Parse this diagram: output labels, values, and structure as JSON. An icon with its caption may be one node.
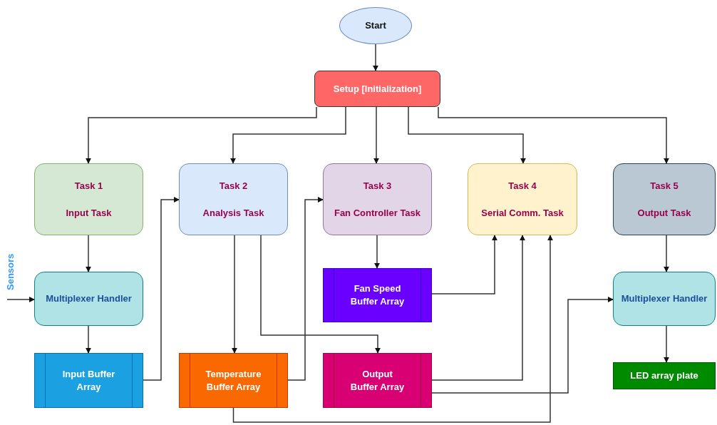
{
  "diagram": {
    "nodes": [
      {
        "text": [
          "Start"
        ]
      },
      {
        "text": [
          "Setup [Initialization]"
        ]
      },
      {
        "text": [
          "Task 1",
          "Input Task"
        ]
      },
      {
        "text": [
          "Task 2",
          "Analysis Task"
        ]
      },
      {
        "text": [
          "Task 3",
          "Fan Controller Task"
        ]
      },
      {
        "text": [
          "Task 4",
          "Serial Comm. Task"
        ]
      },
      {
        "text": [
          "Task 5",
          "Output Task"
        ]
      },
      {
        "text": [
          "Multiplexer Handler"
        ]
      },
      {
        "text": [
          "Fan Speed Buffer Array"
        ]
      },
      {
        "text": [
          "Multiplexer Handler"
        ]
      },
      {
        "text": [
          "Input Buffer Array"
        ]
      },
      {
        "text": [
          "Temperature Buffer Array"
        ]
      },
      {
        "text": [
          "Output Buffer Array"
        ]
      },
      {
        "text": [
          "LED array plate"
        ]
      }
    ],
    "edges": [
      {
        "from": 0,
        "to": 1,
        "arrow": "to"
      },
      {
        "from": 1,
        "to": 2,
        "arrow": "to"
      },
      {
        "from": 1,
        "to": 3,
        "arrow": "to"
      },
      {
        "from": 1,
        "to": 4,
        "arrow": "to"
      },
      {
        "from": 1,
        "to": 5,
        "arrow": "to"
      },
      {
        "from": 1,
        "to": 6,
        "arrow": "to"
      },
      {
        "from": 2,
        "to": 7,
        "arrow": "to"
      },
      {
        "from": 7,
        "to": 10,
        "arrow": "to"
      },
      {
        "from": 10,
        "to": 3,
        "arrow": "to"
      },
      {
        "from": 3,
        "to": 11,
        "arrow": "to"
      },
      {
        "from": 3,
        "to": 12,
        "arrow": "to"
      },
      {
        "from": 11,
        "to": 4,
        "arrow": "to"
      },
      {
        "from": 4,
        "to": 8,
        "arrow": "to"
      },
      {
        "from": 8,
        "to": 5,
        "arrow": "to"
      },
      {
        "from": 12,
        "to": 5,
        "arrow": "to"
      },
      {
        "from": 11,
        "to": 5,
        "arrow": "to"
      },
      {
        "from": 12,
        "to": 9,
        "arrow": "to"
      },
      {
        "from": 6,
        "to": 9,
        "arrow": "to"
      },
      {
        "from": 9,
        "to": 13,
        "arrow": "to"
      },
      {
        "from": null,
        "to": 7,
        "arrow": "to",
        "label": "Sensors"
      }
    ]
  }
}
